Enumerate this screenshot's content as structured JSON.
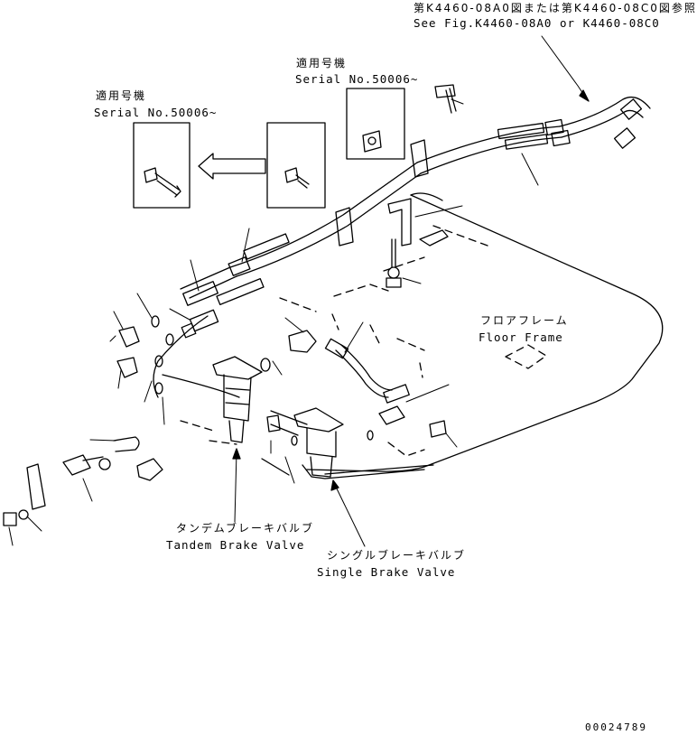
{
  "references": {
    "ref_jp": "第K4460-08A0図または第K4460-08C0図参照",
    "ref_en": "See Fig.K4460-08A0 or K4460-08C0"
  },
  "serial_left": {
    "jp": "適用号機",
    "en": "Serial No.50006~"
  },
  "serial_right": {
    "jp": "適用号機",
    "en": "Serial No.50006~"
  },
  "floor_frame": {
    "jp": "フロアフレーム",
    "en": "Floor Frame"
  },
  "tandem_brake_valve": {
    "jp": "タンデムブレーキバルブ",
    "en": "Tandem Brake Valve"
  },
  "single_brake_valve": {
    "jp": "シングルブレーキバルブ",
    "en": "Single Brake Valve"
  },
  "drawing_number": "00024789"
}
